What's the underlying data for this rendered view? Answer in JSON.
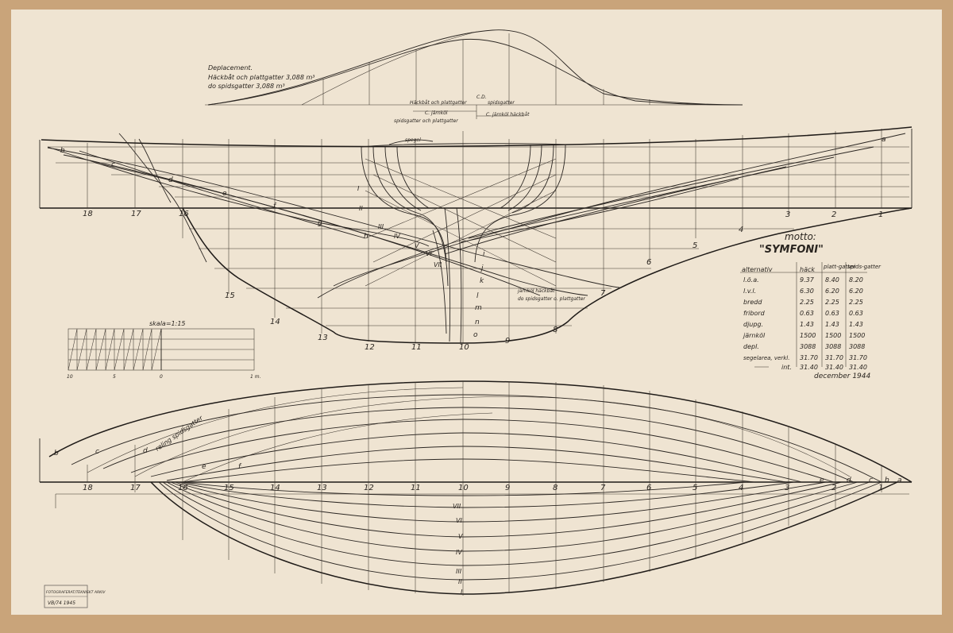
{
  "displacement": {
    "heading": "Deplacement.",
    "line1": "Häckbåt och plattgatter 3,088 m³",
    "line2": "do spidsgatter 3,088 m³",
    "label_hackbat_plattgatter": "Häckbåt och plattgatter",
    "label_cd": "C.D.",
    "label_spidsgatter": "spidsgatter",
    "label_c_jarnkol": "C. järnköl",
    "label_c_jarnkol_hackbat": "C. järnköl häckbåt",
    "label_spidsgatter_plattgatter": "spidsgatter och plattgatter"
  },
  "profile": {
    "stations": [
      "18",
      "17",
      "16",
      "15",
      "14",
      "13",
      "12",
      "11",
      "10",
      "9",
      "8",
      "7",
      "6",
      "5",
      "4",
      "3",
      "2",
      "1"
    ],
    "waterline_letters": [
      "b",
      "c",
      "d",
      "e",
      "f",
      "g",
      "h",
      "i",
      "j",
      "k",
      "l",
      "m",
      "n",
      "o",
      "a"
    ],
    "section_numbers": [
      "I",
      "II",
      "III",
      "IV",
      "V",
      "VI",
      "VII"
    ],
    "spegel_label": "spegel",
    "jarnkol_hackbat": "järnköl häckbåt",
    "jarnkol_spids": "do spidsgatter o. plattgatter"
  },
  "motto": {
    "label": "motto:",
    "name": "\"SYMFONI\""
  },
  "spec_table": {
    "headers": [
      "alternativ",
      "häck",
      "platt-gatter",
      "spids-gatter"
    ],
    "rows": [
      [
        "l.ö.a.",
        "9.37",
        "8.40",
        "8.20"
      ],
      [
        "l.v.l.",
        "6.30",
        "6.20",
        "6.20"
      ],
      [
        "bredd",
        "2.25",
        "2.25",
        "2.25"
      ],
      [
        "fribord",
        "0.63",
        "0.63",
        "0.63"
      ],
      [
        "djupg.",
        "1.43",
        "1.43",
        "1.43"
      ],
      [
        "järnköl",
        "1500",
        "1500",
        "1500"
      ],
      [
        "depl.",
        "3088",
        "3088",
        "3088"
      ],
      [
        "segelarea, verkl.",
        "31.70",
        "31.70",
        "31.70"
      ],
      [
        "int.",
        "31.40",
        "31.40",
        "31.40"
      ]
    ]
  },
  "scale": {
    "label": "skala=1:15",
    "ticks": [
      "10",
      "5",
      "0",
      "1 m."
    ]
  },
  "date": "december 1944",
  "plan": {
    "stations": [
      "18",
      "17",
      "16",
      "15",
      "14",
      "13",
      "12",
      "11",
      "10",
      "9",
      "8",
      "7",
      "6",
      "5",
      "4",
      "3",
      "2",
      "1"
    ],
    "reling_label": "reling spidsgatter",
    "sections": [
      "VII",
      "VI",
      "V",
      "IV",
      "III",
      "II",
      "I"
    ],
    "letters_left": [
      "b",
      "c",
      "d",
      "e",
      "f"
    ],
    "letters_right": [
      "e",
      "d",
      "c",
      "b",
      "a"
    ]
  },
  "stamp": {
    "line1": "FOTOGRAFERAT/TEKNISKT ARKIV",
    "line2": "VB/74 1945"
  },
  "colors": {
    "paper": "#efe4d2",
    "ink": "#2b2622",
    "tape": "#c9a47a"
  }
}
